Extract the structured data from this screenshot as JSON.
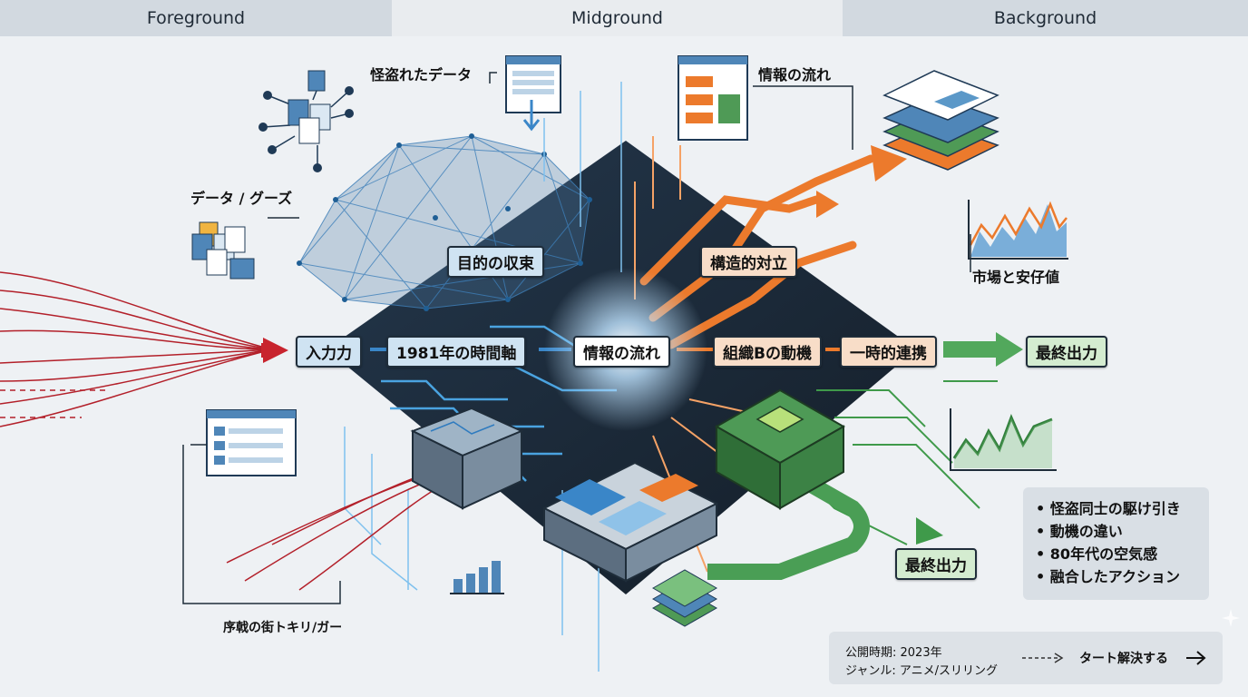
{
  "header": {
    "foreground": "Foreground",
    "midground": "Midground",
    "background": "Background"
  },
  "labels": {
    "input": "入力力",
    "timeline": "1981年の時間軸",
    "info_flow_center": "情報の流れ",
    "org_b_motive": "組織Bの動機",
    "temp_alliance": "一時的連携",
    "final_output_right": "最終出力",
    "final_output_bottom": "最終出力",
    "goal_convergence": "目的の収束",
    "structural_opposition": "構造的対立"
  },
  "annotations": {
    "stolen_data": "怪盗れたデータ",
    "info_flow_top": "情報の流れ",
    "data_goods": "データ / グーズ",
    "market_value": "市場と安仔値",
    "trigger": "序戟の街トキリ/ガー"
  },
  "bullets": [
    "怪盗同士の駆け引き",
    "動機の違い",
    "80年代の空気感",
    "融合したアクション"
  ],
  "info_box": {
    "release": "公開時期: 2023年",
    "genre": "ジャンル: アニメ/スリリング",
    "action": "タート解決する"
  },
  "colors": {
    "blue_flow": "#3a86c8",
    "orange_flow": "#ec7a2c",
    "green_flow": "#3f9a4a",
    "red_flow": "#b3202a",
    "board": "#1e2b3a"
  },
  "icons": [
    "document-network-icon",
    "window-icon",
    "layer-stack-icon",
    "line-chart-icon",
    "bar-chart-icon",
    "server-icon",
    "chip-icon"
  ]
}
